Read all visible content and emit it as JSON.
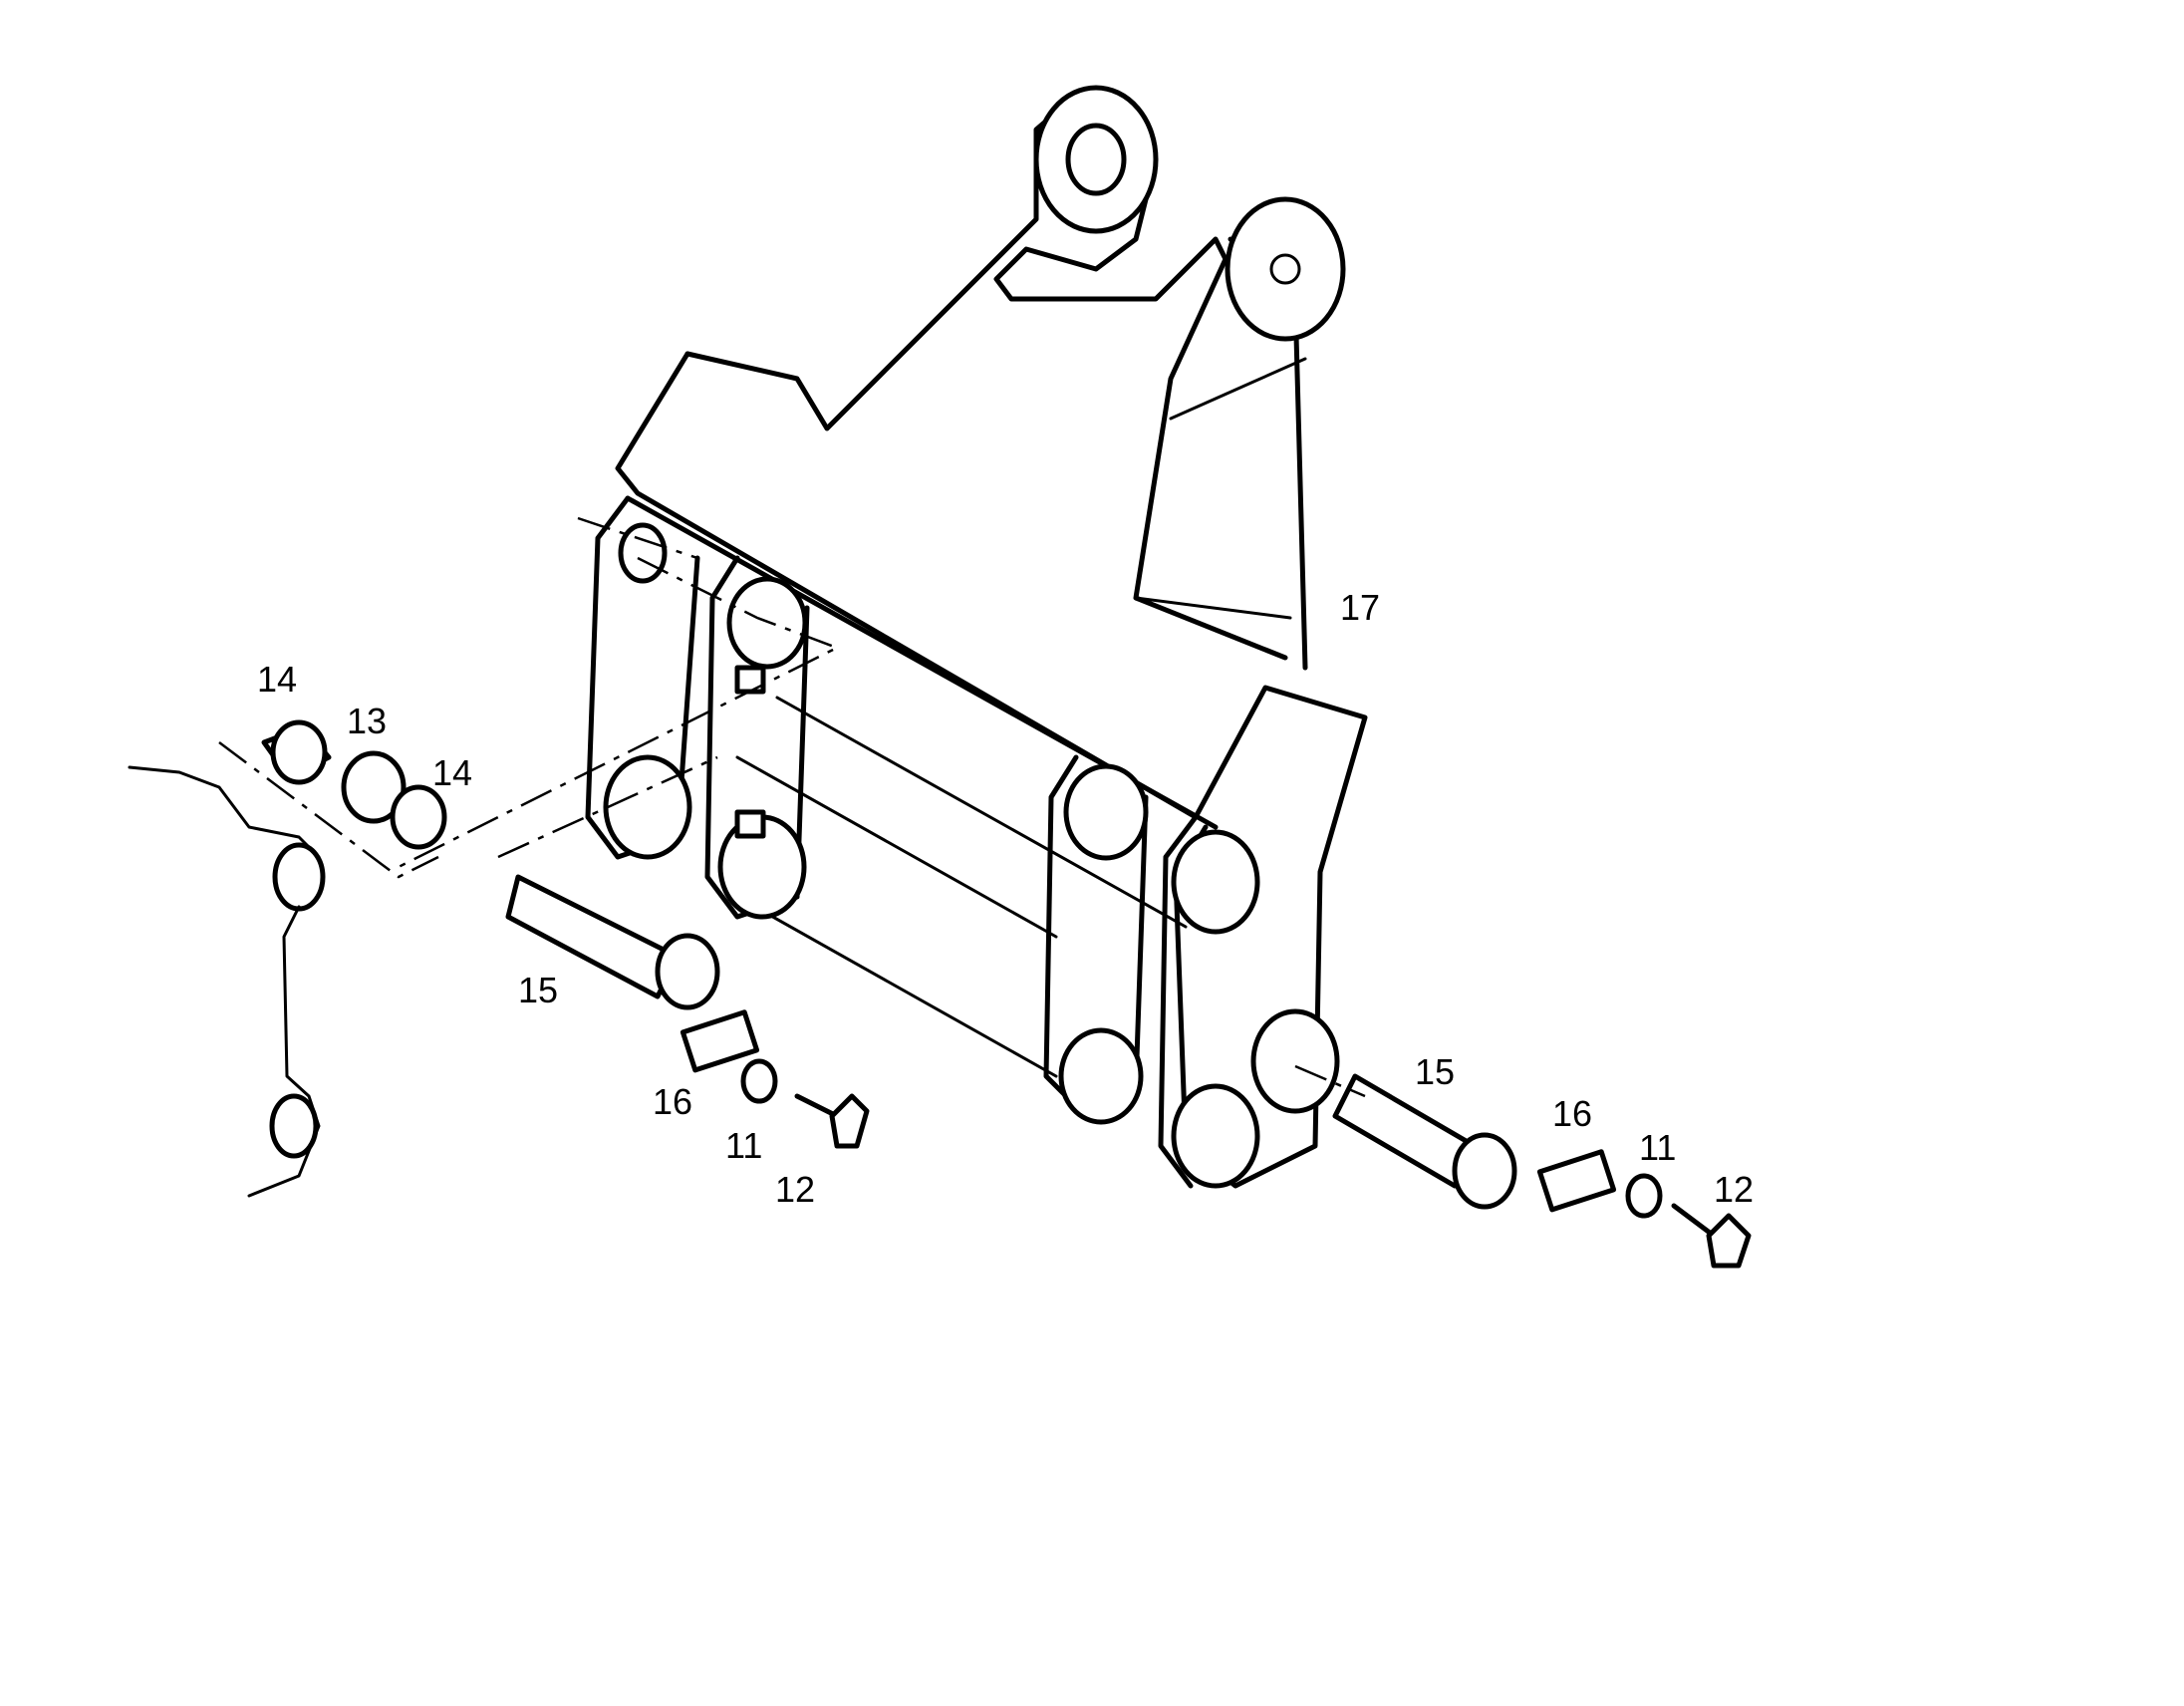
{
  "labels": {
    "l17": "17",
    "l14a": "14",
    "l13": "13",
    "l14b": "14",
    "l15a": "15",
    "l16a": "16",
    "l11a": "11",
    "l12a": "12",
    "l15b": "15",
    "l16b": "16",
    "l11b": "11",
    "l12b": "12"
  },
  "colors": {
    "ink": "#000000",
    "paper": "#ffffff"
  }
}
